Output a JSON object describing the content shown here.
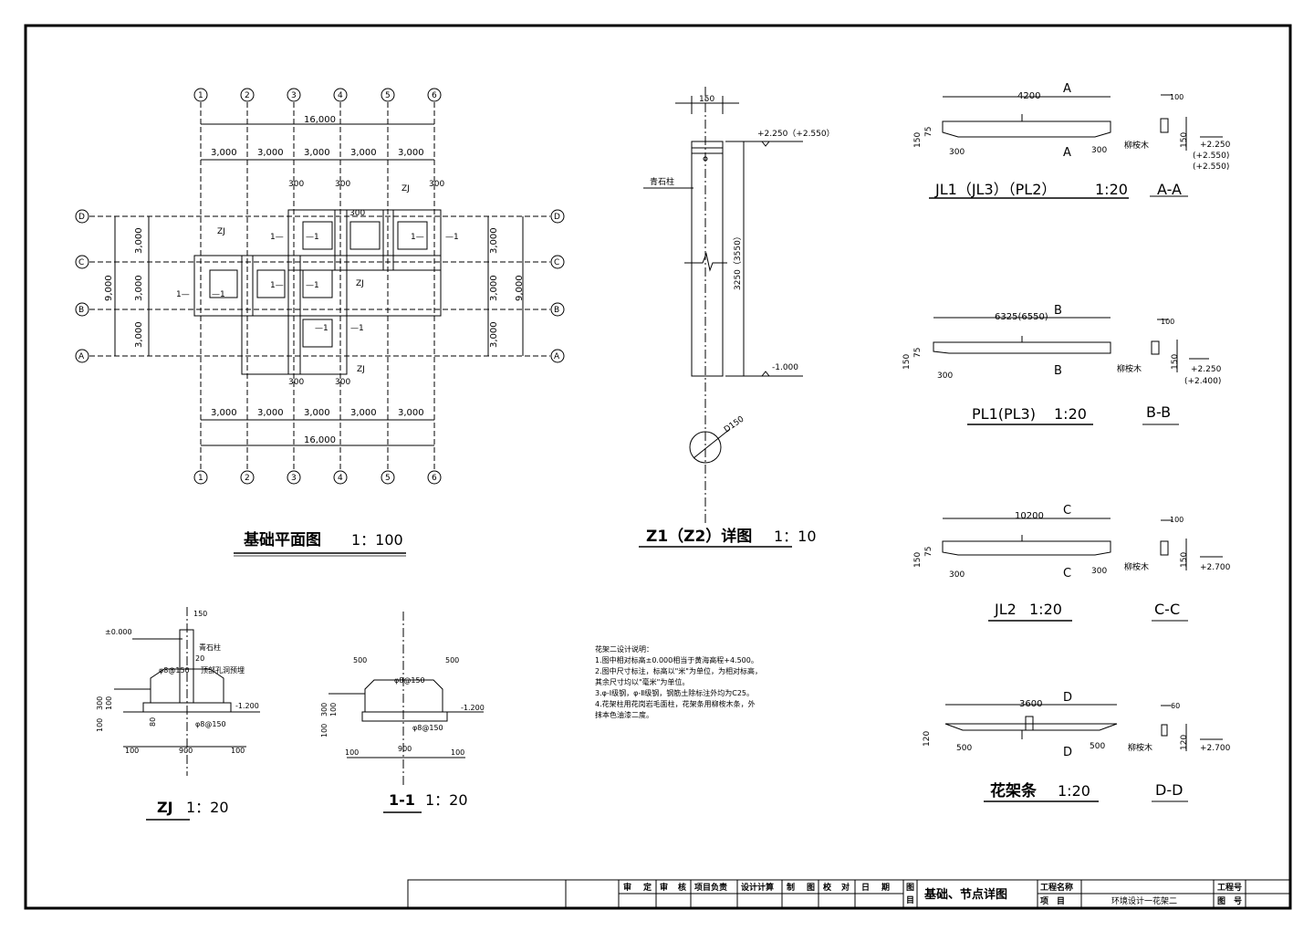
{
  "plan": {
    "title": "基础平面图",
    "scale": "1：100",
    "axis_numbers": [
      "1",
      "2",
      "3",
      "4",
      "5",
      "6"
    ],
    "axis_letters": [
      "D",
      "C",
      "B",
      "A"
    ],
    "top_total": "16,000",
    "top_spans": [
      "3,000",
      "3,000",
      "3,000",
      "3,000",
      "3,000"
    ],
    "bottom_spans": [
      "3,000",
      "3,000",
      "3,000",
      "3,000",
      "3,000"
    ],
    "bottom_total": "16,000",
    "left_spans": [
      "3,000",
      "3,000",
      "3,000"
    ],
    "left_total": "9,000",
    "right_spans": [
      "3,000",
      "3,000",
      "3,000"
    ],
    "right_total": "9,000",
    "small_dim": "300",
    "label_zj": "ZJ",
    "label_sec": "1",
    "label_sec_line": "1—",
    "label_sec_line2": "—1"
  },
  "z1": {
    "title": "Z1（Z2）详图",
    "scale": "1：10",
    "width": "150",
    "top_elev": "+2.250（+2.550）",
    "height": "3250（3550）",
    "bottom_elev": "-1.000",
    "material": "青石柱",
    "diameter": "D150"
  },
  "zj": {
    "title": "ZJ",
    "scale": "1：20",
    "elev0": "±0.000",
    "d150": "150",
    "material": "青石柱",
    "d20": "20",
    "rebar": "φ8@150",
    "note": "顶部孔洞预埋",
    "d300": "300",
    "d100": "100",
    "d100b": "100",
    "d80": "80",
    "rebar2": "φ8@150",
    "elev": "-1.200",
    "bottom_dims": [
      "100",
      "900",
      "100"
    ]
  },
  "s11": {
    "title": "1-1",
    "scale": "1：20",
    "d500l": "500",
    "d500r": "500",
    "rebar": "φ8@150",
    "rebar2": "φ8@150",
    "d300": "300",
    "d100": "100",
    "d100b": "100",
    "elev": "-1.200",
    "bottom_dims": [
      "100",
      "900",
      "100"
    ]
  },
  "notes": {
    "title": "花架二设计说明：",
    "lines": [
      "1.图中相对标高±0.000相当于黄海高程+4.500。",
      "2.图中尺寸标注，标高以\"米\"为单位，为相对标高，",
      "  其余尺寸均以\"毫米\"为单位。",
      "3.φ-Ⅰ级钢，φ-Ⅱ级钢，钢筋土除标注外均为C25。",
      "4.花架柱用花岗岩毛面柱，花架条用柳桉木条，外",
      "  抹本色油漆二度。"
    ]
  },
  "beams": [
    {
      "label": "JL1（JL3）（PL2）",
      "scale": "1:20",
      "length": "4200",
      "sec": "A",
      "d1": "300",
      "d2": "300",
      "d3": "75",
      "d4": "150",
      "sec_title": "A-A",
      "w": "100",
      "h": "150",
      "material": "柳桉木",
      "elevs": [
        "+2.250",
        "(+2.550)",
        "(+2.550)"
      ]
    },
    {
      "label": "PL1(PL3)",
      "scale": "1:20",
      "length": "6325(6550)",
      "sec": "B",
      "d1": "300",
      "d2": "",
      "d3": "75",
      "d4": "150",
      "sec_title": "B-B",
      "w": "100",
      "h": "150",
      "material": "柳桉木",
      "elevs": [
        "+2.250",
        "(+2.400)"
      ]
    },
    {
      "label": "JL2",
      "scale": "1:20",
      "length": "10200",
      "sec": "C",
      "d1": "300",
      "d2": "300",
      "d3": "75",
      "d4": "150",
      "sec_title": "C-C",
      "w": "100",
      "h": "150",
      "material": "柳桉木",
      "elevs": [
        "+2.700"
      ]
    },
    {
      "label": "花架条",
      "scale": "1:20",
      "length": "3600",
      "sec": "D",
      "d1": "500",
      "d2": "500",
      "d3": "",
      "d4": "120",
      "sec_title": "D-D",
      "w": "60",
      "h": "120",
      "material": "柳桉木",
      "elevs": [
        "+2.700"
      ]
    }
  ],
  "title_block": {
    "roles": [
      "审",
      "定",
      "审",
      "核",
      "项目负责",
      "设计计算",
      "制",
      "图",
      "校",
      "对",
      "日",
      "期"
    ],
    "tu": "图",
    "mu": "目",
    "drawing_title": "基础、节点详图",
    "project_name_label": "工程名称",
    "project_label": "项　目",
    "project_value": "环境设计一花架二",
    "job_no_label": "工程号",
    "drawing_no_label": "图　号"
  }
}
